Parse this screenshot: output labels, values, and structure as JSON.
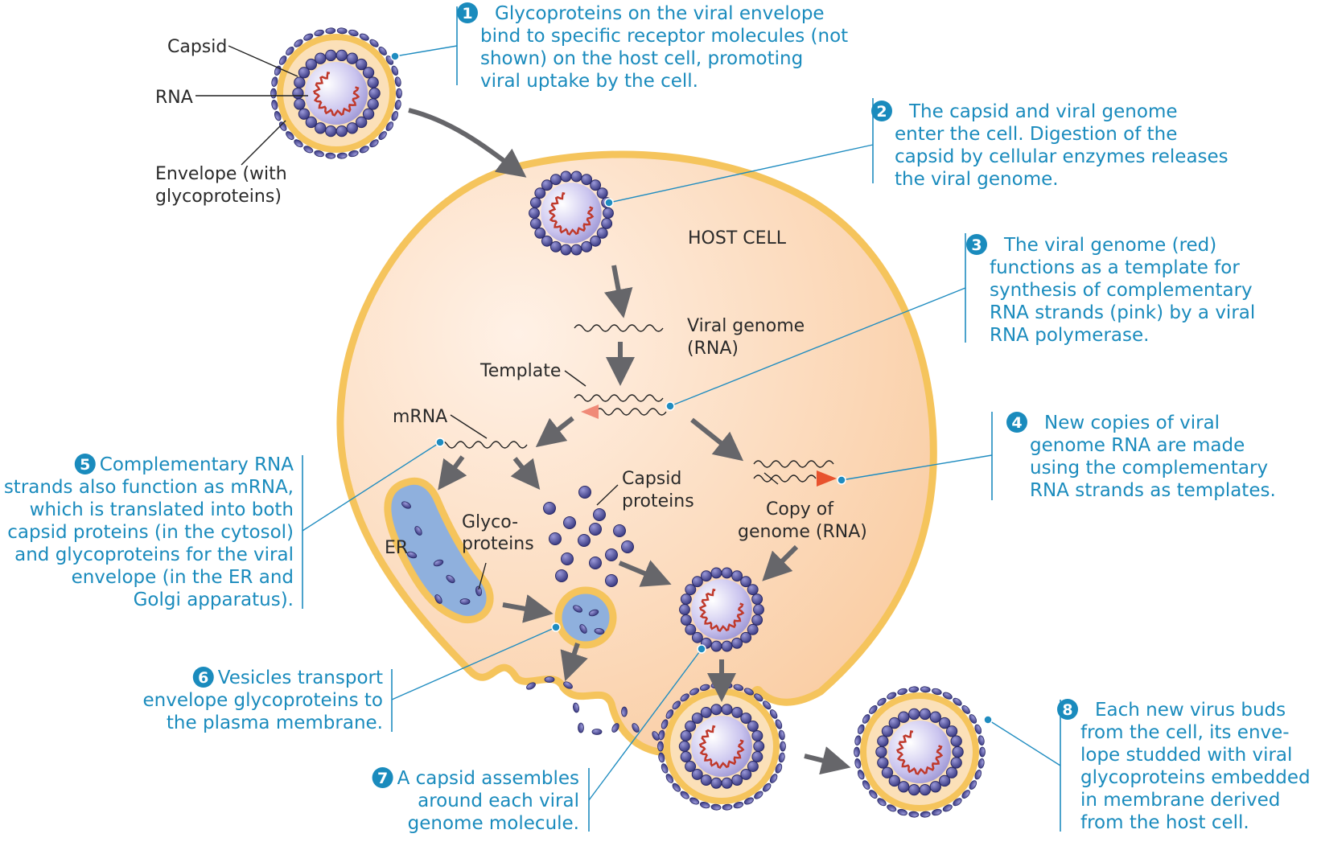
{
  "colors": {
    "caption": "#1a8bbd",
    "badge": "#1a8bbd",
    "cell_fill": "#fde8d4",
    "membrane": "#f5c45c",
    "capsid_protein": "#4a4a9a",
    "genome_red": "#c0392b",
    "complement_pink": "#f08a78",
    "er_fill": "#8fb0dd"
  },
  "labels": {
    "capsid": "Capsid",
    "rna": "RNA",
    "envelope_1": "Envelope (with",
    "envelope_2": "glycoproteins)",
    "host_cell": "HOST CELL",
    "viral_genome_1": "Viral genome",
    "viral_genome_2": "(RNA)",
    "template": "Template",
    "mrna": "mRNA",
    "capsid_proteins_1": "Capsid",
    "capsid_proteins_2": "proteins",
    "er": "ER",
    "glyco_1": "Glyco-",
    "glyco_2": "proteins",
    "copy_1": "Copy of",
    "copy_2": "genome (RNA)"
  },
  "steps": [
    {
      "num": "1",
      "lines": [
        "Glycoproteins on the viral envelope",
        "bind to specific receptor molecules (not",
        "shown) on the host cell, promoting",
        "viral uptake by the cell."
      ]
    },
    {
      "num": "2",
      "lines": [
        "The capsid and viral genome",
        "enter the cell. Digestion of the",
        "capsid by cellular enzymes releases",
        "the viral genome."
      ]
    },
    {
      "num": "3",
      "lines": [
        "The viral genome (red)",
        "functions as a template for",
        "synthesis of complementary",
        "RNA strands (pink) by a viral",
        "RNA polymerase."
      ]
    },
    {
      "num": "4",
      "lines": [
        "New copies of viral",
        "genome RNA are made",
        "using the complementary",
        "RNA strands as templates."
      ]
    },
    {
      "num": "5",
      "lines": [
        "Complementary RNA",
        "strands also function as mRNA,",
        "which is translated into both",
        "capsid proteins (in the cytosol)",
        "and glycoproteins for the viral",
        "envelope (in the ER and",
        "Golgi apparatus)."
      ]
    },
    {
      "num": "6",
      "lines": [
        "Vesicles transport",
        "envelope glycoproteins to",
        "the plasma membrane."
      ]
    },
    {
      "num": "7",
      "lines": [
        "A capsid assembles",
        "around each viral",
        "genome molecule."
      ]
    },
    {
      "num": "8",
      "lines": [
        "Each new virus buds",
        "from the cell, its enve-",
        "lope studded with viral",
        "glycoproteins embedded",
        "in membrane derived",
        "from the host cell."
      ]
    }
  ]
}
